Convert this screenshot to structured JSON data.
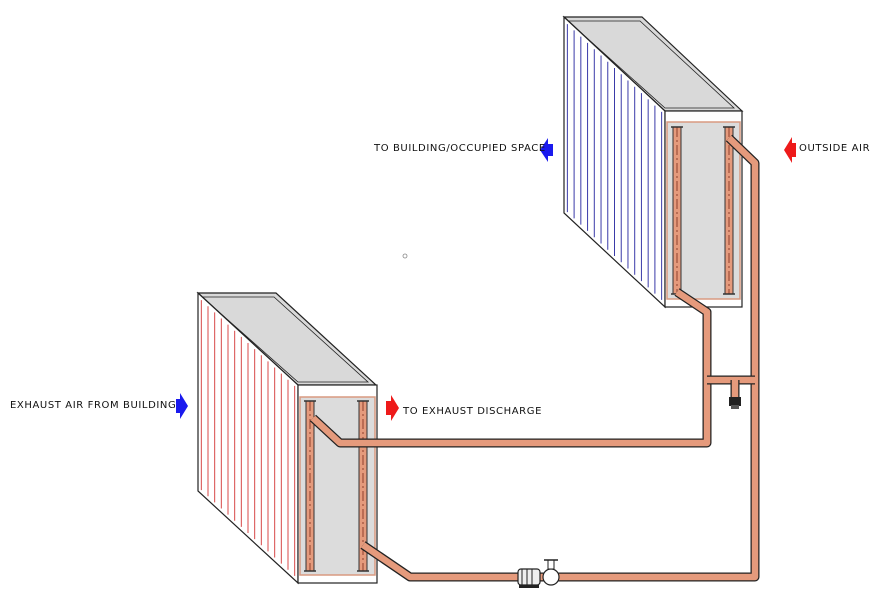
{
  "labels": {
    "to_building": "TO BUILDING/OCCUPIED SPACE",
    "outside_air": "OUTSIDE AIR",
    "exhaust_from_building": "EXHAUST AIR FROM BUILDING",
    "to_exhaust_discharge": "TO EXHAUST DISCHARGE"
  },
  "colors": {
    "supply_fin": "#3a3aa8",
    "exhaust_fin": "#d84a4a",
    "copper": "#e59a7c",
    "casing_top": "#d9d9d9",
    "cold_arrow": "#1a1aee",
    "hot_arrow": "#ee1a1a"
  }
}
